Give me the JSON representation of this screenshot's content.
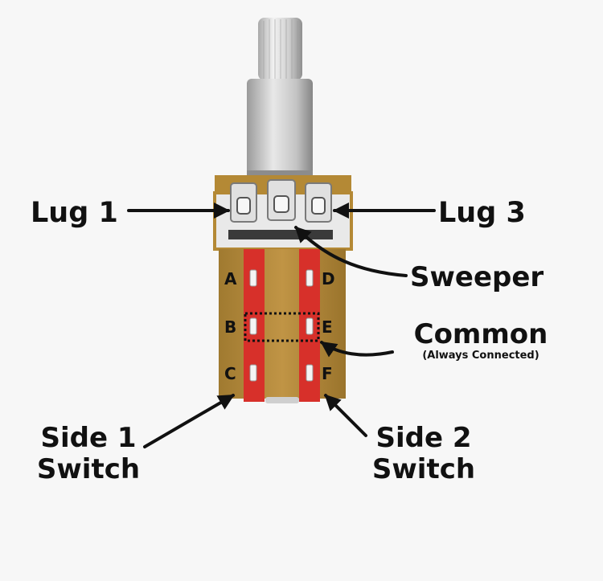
{
  "labels": {
    "lug1": "Lug 1",
    "lug3": "Lug 3",
    "sweeper": "Sweeper",
    "common": "Common",
    "common_sub": "(Always Connected)",
    "side1_line1": "Side 1",
    "side1_line2": "Switch",
    "side2_line1": "Side 2",
    "side2_line2": "Switch"
  },
  "pins": {
    "left": [
      "A",
      "B",
      "C"
    ],
    "right": [
      "D",
      "E",
      "F"
    ]
  },
  "colors": {
    "background": "#f7f7f7",
    "board": "#b58a3a",
    "strip": "#d7302a",
    "metal": "#c9c9c9",
    "arrow": "#111111"
  }
}
